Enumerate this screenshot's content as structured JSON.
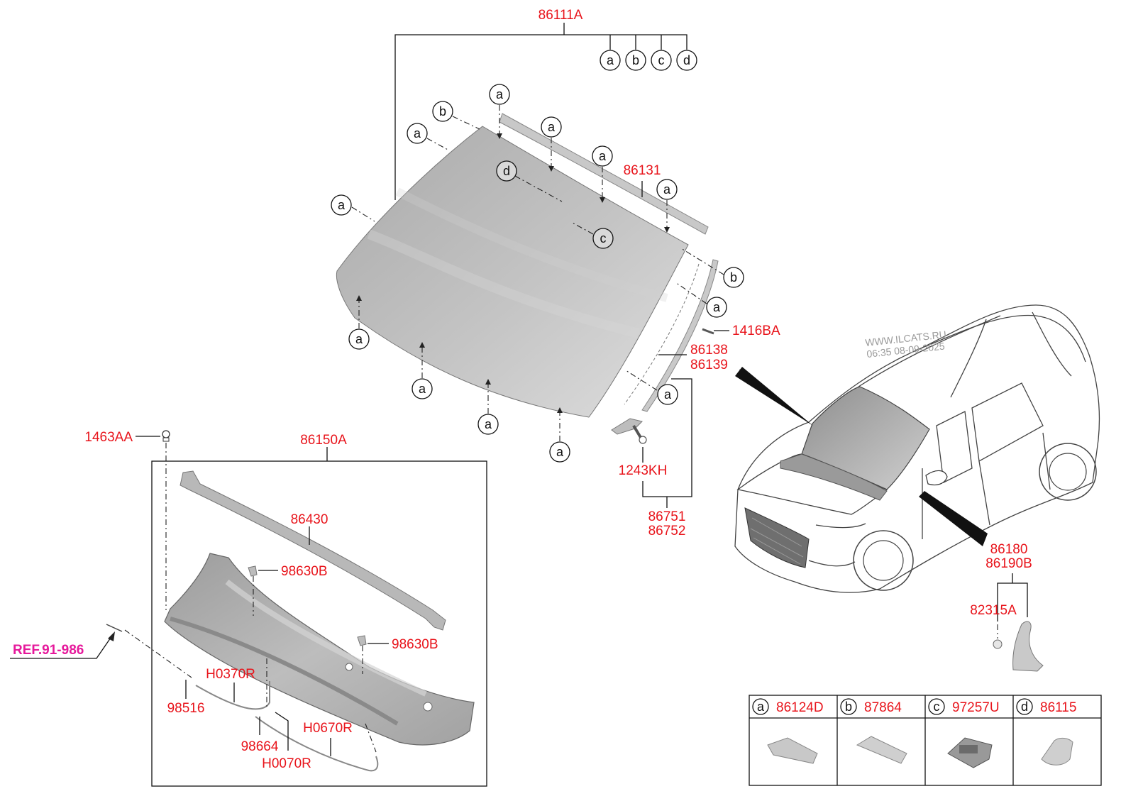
{
  "diagram": {
    "part_numbers": {
      "windshield_assy": "86111A",
      "molding_top": "86131",
      "clip": "1416BA",
      "molding_side_lh": "86138",
      "molding_side_rh": "86139",
      "screw": "1243KH",
      "pillar_lh": "86751",
      "pillar_rh": "86752",
      "grommet": "1463AA",
      "cowl_assy": "86150A",
      "cowl_seal": "86430",
      "nozzle_1": "98630B",
      "nozzle_2": "98630B",
      "hose_1": "H0370R",
      "hose_2": "98516",
      "hose_3": "H0670R",
      "hose_connector": "98664",
      "hose_4": "H0070R",
      "mirror_lh": "86180",
      "mirror_rh": "86190B",
      "mirror_fastener": "82315A"
    },
    "reference": "REF.91-986",
    "letters": {
      "a": "a",
      "b": "b",
      "c": "c",
      "d": "d"
    },
    "legend": [
      {
        "letter": "a",
        "part": "86124D"
      },
      {
        "letter": "b",
        "part": "87864"
      },
      {
        "letter": "c",
        "part": "97257U"
      },
      {
        "letter": "d",
        "part": "86115"
      }
    ],
    "watermark": {
      "line1": "WWW.ILCATS.RU",
      "line2": "06:35 08-09-2025"
    }
  }
}
